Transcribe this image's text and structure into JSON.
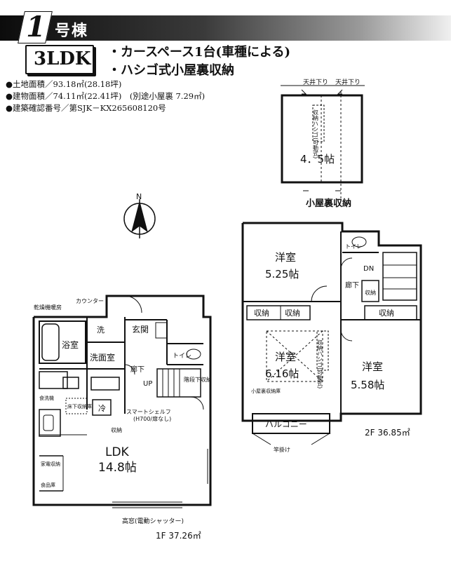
{
  "header": {
    "unit_number": "1",
    "unit_suffix": "号棟",
    "layout_type": "3LDK",
    "features": [
      "・カースペース1台(車種による)",
      "・ハシゴ式小屋裏収納"
    ]
  },
  "specs": [
    "●土地面積／93.18㎡(28.18坪)",
    "●建物面積／74.11㎡(22.41坪)　(別途小屋裏 7.29㎡)",
    "●建築確認番号／第SJK－KX265608120号"
  ],
  "attic": {
    "label_left": "天井下り",
    "label_right": "天井下り",
    "ladder_label": "収納ハシゴ(可動式)",
    "size": "4．5帖",
    "title": "小屋裏収納"
  },
  "compass": {
    "letter": "N"
  },
  "floor1": {
    "drying": "乾燥機暖房",
    "counter": "カウンター",
    "bathroom": "浴室",
    "wash": "洗",
    "washroom": "洗面室",
    "entrance": "玄関",
    "toilet": "トイレ",
    "hallway": "廊下",
    "up": "UP",
    "stair_storage": "階段下収納",
    "pantry": "食洗機",
    "floor_storage": "床下収納庫",
    "fridge": "冷",
    "smart_shelf": "スマートシェルフ",
    "smart_shelf_note": "(H700/扉なし)",
    "storage": "収納",
    "appliance_storage": "家電収納",
    "pantry_storage": "食品庫",
    "ldk_label": "LDK",
    "ldk_size": "14.8帖",
    "high_window": "高窓(電動シャッター)",
    "area": "1F 37.26㎡"
  },
  "floor2": {
    "room1": "洋室",
    "room1_size": "5.25帖",
    "room2": "洋室",
    "room2_size": "6.16帖",
    "room3": "洋室",
    "room3_size": "5.58帖",
    "toilet": "トイレ",
    "dn": "DN",
    "hallway": "廊下",
    "storage": "収納",
    "storage_a": "収納",
    "storage_b": "収納",
    "storage_c": "収納",
    "ladder_label": "収納ハシゴ(可動式)",
    "attic_entry": "小屋裏収納庫",
    "balcony": "バルコニー",
    "hanger": "竿掛け",
    "area": "2F 36.85㎡"
  }
}
